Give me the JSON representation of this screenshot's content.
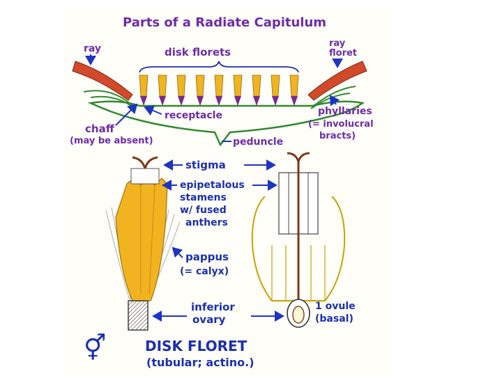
{
  "title": "Parts of a Radiate Capitulum",
  "labels": {
    "ray": "ray",
    "disk_florets": "disk florets",
    "ray_floret_1": "ray",
    "ray_floret_2": "floret",
    "receptacle": "receptacle",
    "phyllaries_1": "phyllaries",
    "phyllaries_2": "(= involucral",
    "phyllaries_3": "bracts)",
    "chaff_1": "chaff",
    "chaff_2": "(may be absent)",
    "peduncle": "peduncle",
    "stigma": "stigma",
    "stamens_1": "epipetalous",
    "stamens_2": "stamens",
    "stamens_3": "w/ fused",
    "stamens_4": "anthers",
    "pappus_1": "pappus",
    "pappus_2": "(= calyx)",
    "ovary_1": "inferior",
    "ovary_2": "ovary",
    "ovule_1": "1 ovule",
    "ovule_2": "(basal)",
    "bottom_title": "DISK FLORET",
    "bottom_subtitle": "(tubular; actino.)",
    "symbol": "⚥"
  },
  "colors": {
    "paper": "#fffef9",
    "label_purple": "#6c2ca8",
    "label_blue": "#1b2fae",
    "arrow_blue": "#1e34c2",
    "ray_red": "#d24a2a",
    "petal_yellow": "#f1b420",
    "anther_purple": "#7a2a8c",
    "green_outline": "#2f8a2f",
    "brown": "#7a3a1a"
  }
}
